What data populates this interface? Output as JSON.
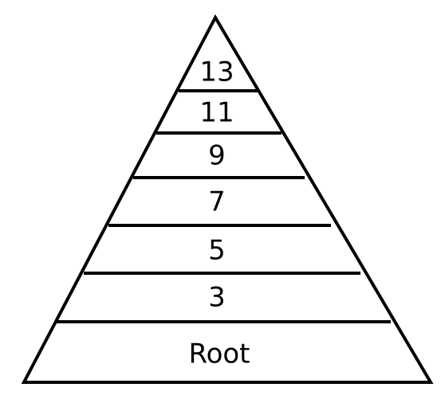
{
  "diagram": {
    "levels_top_to_bottom": [
      "13",
      "11",
      "9",
      "7",
      "5",
      "3",
      "Root"
    ],
    "stroke_color": "#000000",
    "background_color": "#ffffff"
  }
}
